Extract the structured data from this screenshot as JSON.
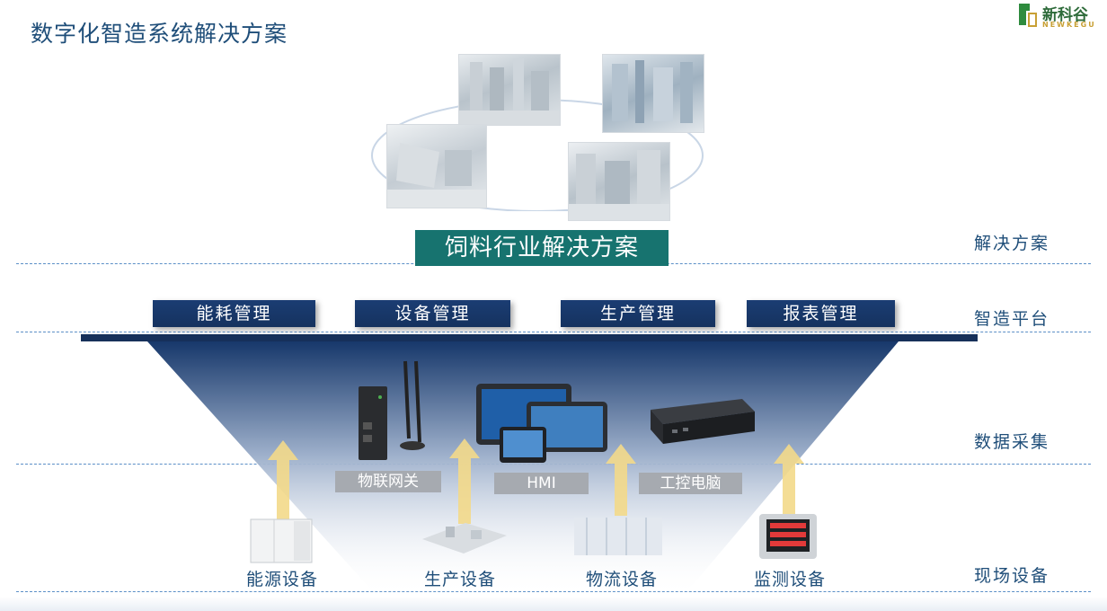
{
  "header": {
    "title": "数字化智造系统解决方案"
  },
  "logo": {
    "name_cn": "新科谷",
    "name_en": "NEWKEGU"
  },
  "solution": {
    "banner": "饲料行业解决方案"
  },
  "platform": {
    "modules": [
      "能耗管理",
      "设备管理",
      "生产管理",
      "报表管理"
    ]
  },
  "collection": {
    "devices": [
      "物联网关",
      "HMI",
      "工控电脑"
    ]
  },
  "field": {
    "devices": [
      "能源设备",
      "生产设备",
      "物流设备",
      "监测设备"
    ]
  },
  "layers": [
    "解决方案",
    "智造平台",
    "数据采集",
    "现场设备"
  ],
  "colors": {
    "title": "#1f4e79",
    "banner": "#17736f",
    "module": "#15325f",
    "arrow": "#f3d98a"
  }
}
